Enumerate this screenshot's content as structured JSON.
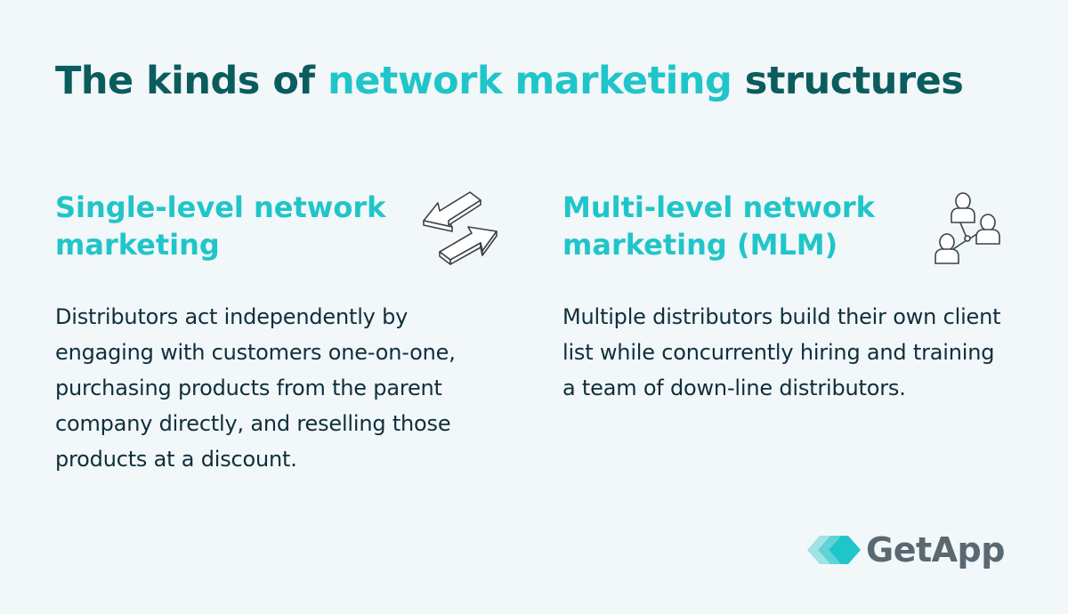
{
  "title": {
    "part1": "The kinds of ",
    "highlight": "network marketing",
    "part2": " structures"
  },
  "columns": [
    {
      "heading": "Single-level network marketing",
      "body": "Distributors act independently by engaging with customers one-on-one, purchasing products from the parent company directly, and reselling those products at a discount.",
      "icon": "two-way-arrows-icon"
    },
    {
      "heading": "Multi-level network marketing (MLM)",
      "body": "Multiple distributors build their own client list while concurrently hiring and training a team of down-line distributors.",
      "icon": "people-network-icon"
    }
  ],
  "brand": {
    "name": "GetApp",
    "icon": "getapp-logo-icon"
  },
  "colors": {
    "background": "#f2f7f9",
    "title_dark": "#0b5c5d",
    "accent": "#20c5c9",
    "body_text": "#0e2f3b",
    "logo_gray": "#5a6872"
  }
}
